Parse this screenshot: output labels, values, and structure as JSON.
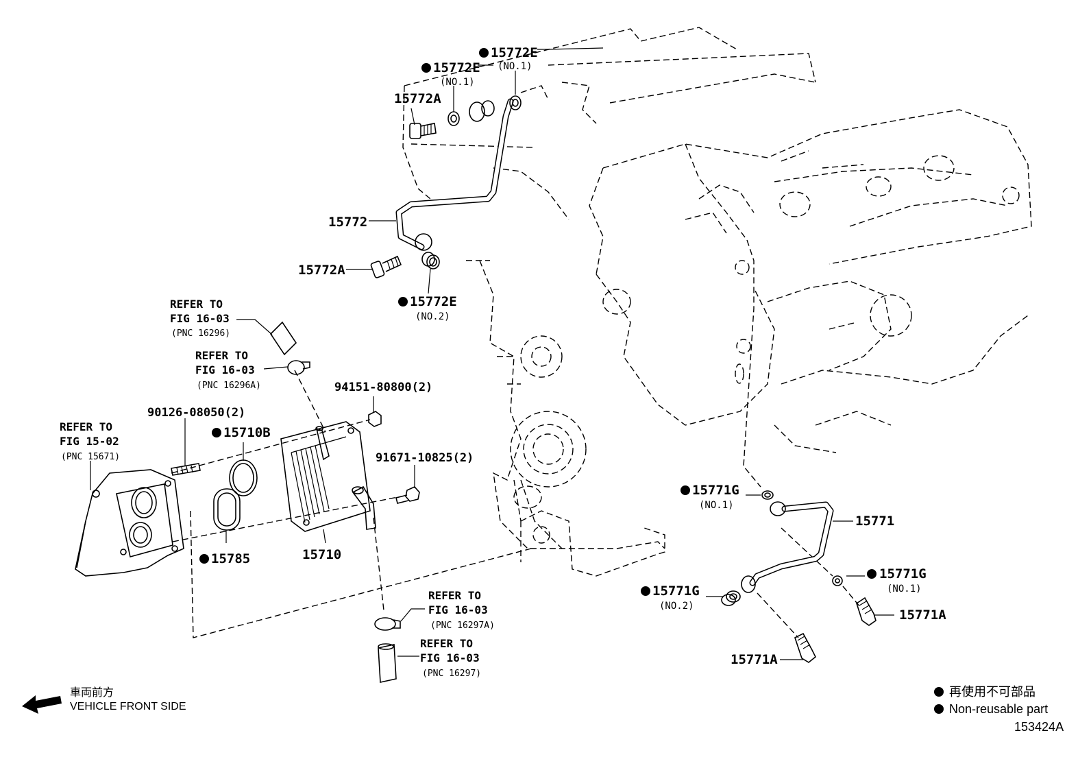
{
  "parts": {
    "p15772E_top": "15772E",
    "p15772E_top_sub": "(NO.1)",
    "p15772E_mid": "15772E",
    "p15772E_mid_sub": "(NO.1)",
    "p15772A_top": "15772A",
    "p15772": "15772",
    "p15772A_bot": "15772A",
    "p15772E_bot": "15772E",
    "p15772E_bot_sub": "(NO.2)",
    "p94151": "94151-80800(2)",
    "p90126": "90126-08050(2)",
    "p15710B": "15710B",
    "p91671": "91671-10825(2)",
    "p15785": "15785",
    "p15710": "15710",
    "p15771G_a": "15771G",
    "p15771G_a_sub": "(NO.1)",
    "p15771": "15771",
    "p15771G_b": "15771G",
    "p15771G_b_sub": "(NO.1)",
    "p15771G_c": "15771G",
    "p15771G_c_sub": "(NO.2)",
    "p15771A_r": "15771A",
    "p15771A_b": "15771A"
  },
  "refs": {
    "r16296": [
      "REFER TO",
      "FIG 16-03",
      "(PNC 16296)"
    ],
    "r16296A": [
      "REFER TO",
      "FIG 16-03",
      "(PNC 16296A)"
    ],
    "r15671": [
      "REFER TO",
      "FIG 15-02",
      "(PNC 15671)"
    ],
    "r16297A": [
      "REFER TO",
      "FIG 16-03",
      "(PNC 16297A)"
    ],
    "r16297": [
      "REFER TO",
      "FIG 16-03",
      "(PNC 16297)"
    ]
  },
  "front": {
    "jp": "車両前方",
    "en": "VEHICLE FRONT SIDE"
  },
  "legend": {
    "jp": "再使用不可部品",
    "en": "Non-reusable part"
  },
  "figure_id": "153424A"
}
